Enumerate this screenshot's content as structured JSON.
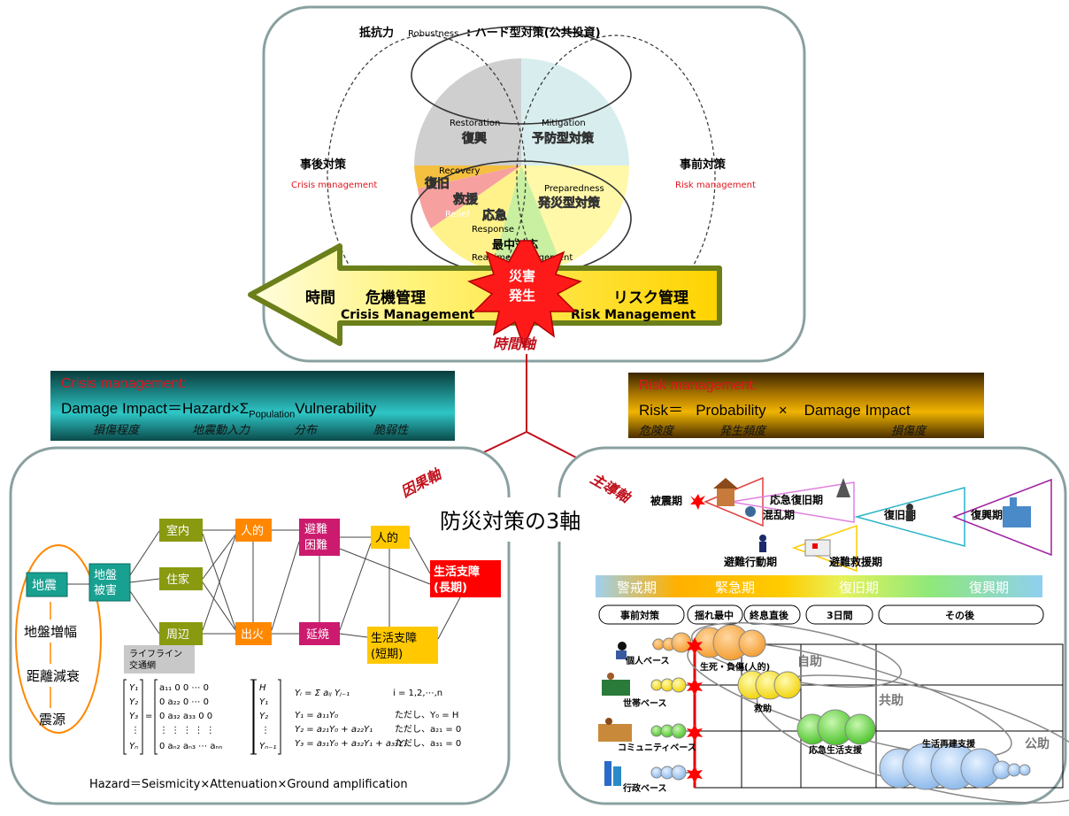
{
  "top": {
    "robustness_jp": "抵抗力",
    "robustness_en": "Robustness",
    "robustness_rest": ": ハード型対策(公共投資)",
    "post_jp": "事後対策",
    "post_en": "Crisis management",
    "pre_jp": "事前対策",
    "pre_en": "Risk management",
    "restoration_en": "Restoration",
    "restoration_jp": "復興",
    "mitigation_en": "Mitigation",
    "mitigation_jp": "予防型対策",
    "recovery_en": "Recovery",
    "recovery_jp": "復旧",
    "relief_jp": "救援",
    "relief_en": "Relief",
    "response_jp": "応急",
    "response_en": "Response",
    "preparedness_en": "Preparedness",
    "preparedness_jp": "発災型対策",
    "realtime_jp": "最中対応",
    "realtime_en": "Realtime management",
    "arrow_time": "時間",
    "arrow_crisis_jp": "危機管理",
    "arrow_crisis_en": "Crisis Management",
    "arrow_risk_jp": "リスク管理",
    "arrow_risk_en": "Risk Management",
    "burst_line1": "災害",
    "burst_line2": "発生",
    "time_axis": "時間軸"
  },
  "crisis_eq": {
    "title": "Crisis management:",
    "main_a": "Damage Impact＝Hazard×Σ",
    "main_sub": "Population",
    "main_b": "Vulnerability",
    "sub1": "損傷程度",
    "sub2": "地震動入力",
    "sub3": "分布",
    "sub4": "脆弱性"
  },
  "risk_eq": {
    "title": "Risk management:",
    "main": "Risk＝   Probability   ×    Damage Impact",
    "sub1": "危険度",
    "sub2": "発生頻度",
    "sub3": "損傷度"
  },
  "center": {
    "title": "防災対策の3軸",
    "causal_axis": "因果軸",
    "leading_axis": "主導軸"
  },
  "left_panel": {
    "chain": [
      "地震",
      "地盤増幅",
      "距離減衰",
      "震源"
    ],
    "ground": "地盤\n被害",
    "indoor": "室内",
    "house": "住家",
    "around": "周辺",
    "human1": "人的",
    "fire": "出火",
    "evac": "避難\n困難",
    "spread": "延焼",
    "human2": "人的",
    "life_long": "生活支障\n(長期)",
    "life_short": "生活支障\n(短期)",
    "lifeline": "ライフライン\n交通網",
    "formula_note": "Hazard＝Seismicity×Attenuation×Ground amplification",
    "eq1": "Yᵢ = Σ aᵢⱼ Yⱼ₋₁",
    "eq1_range": "i = 1,2,⋯,n",
    "eq2": "Y₁ = a₁₁Y₀",
    "eq2_note": "ただし、Y₀ = H",
    "eq3": "Y₂ = a₂₁Y₀ + a₂₂Y₁",
    "eq3_note": "ただし、a₂₁ = 0",
    "eq4": "Y₃ = a₃₁Y₀ + a₃₂Y₁ + a₃₃Y₂",
    "eq4_note": "ただし、a₃₁ = 0"
  },
  "right_panel": {
    "phase_disaster": "被震期",
    "phase_chaos": "混乱期",
    "phase_emergency_recovery": "応急復旧期",
    "phase_recovery": "復旧期",
    "phase_reconstruction": "復興期",
    "phase_evac_action": "避難行動期",
    "phase_evac_rescue": "避難救援期",
    "bands": [
      "警戒期",
      "緊急期",
      "復旧期",
      "復興期"
    ],
    "band_colors": [
      "#9fd0ee",
      "#ffb000",
      "#e7f25a",
      "#6ed9a0"
    ],
    "pills": [
      "事前対策",
      "揺れ最中",
      "終息直後",
      "3日間",
      "その後"
    ],
    "rows": [
      "個人ベース",
      "世帯ベース",
      "コミュニティベース",
      "行政ベース"
    ],
    "self_help": "自助",
    "mutual_help": "共助",
    "public_help": "公助",
    "life_death": "生死・負傷(人的)",
    "rescue": "救助",
    "emergency_support": "応急生活支援",
    "rebuild_support": "生活再建支援"
  },
  "colors": {
    "teal": "#18a090",
    "orange": "#ff8800",
    "olive": "#8a9a10",
    "magenta": "#cc1a6e",
    "yellow": "#ffc800",
    "red": "#ff0000",
    "axis_red": "#c0101c"
  }
}
